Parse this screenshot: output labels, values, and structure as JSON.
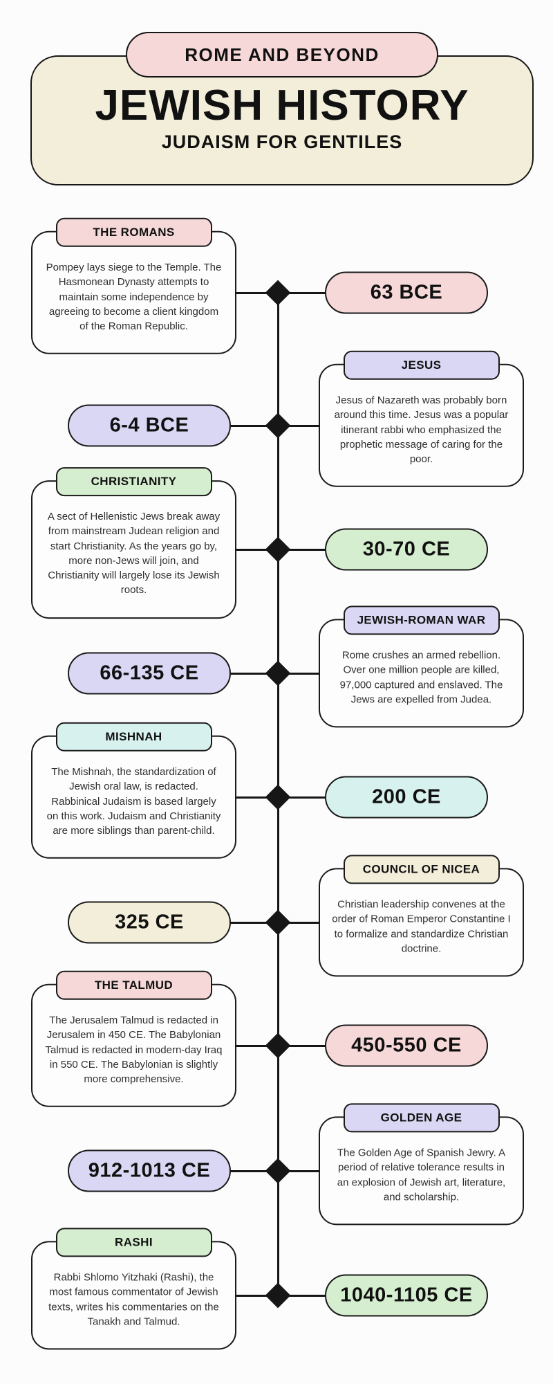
{
  "header": {
    "badge": "ROME AND BEYOND",
    "title": "JEWISH HISTORY",
    "subtitle": "JUDAISM FOR GENTILES"
  },
  "colors": {
    "pink": "#f6d8d8",
    "lavender": "#d9d7f3",
    "green": "#d6eed0",
    "cyan": "#d7f1ee",
    "cream": "#f3eeda",
    "timeline_black": "#161616",
    "header_bg": "#f3eeda"
  },
  "timeline": {
    "entries": [
      {
        "title": "THE ROMANS",
        "date": "63 BCE",
        "side": "left",
        "color": "pink",
        "description": "Pompey lays siege to the Temple. The Hasmonean Dynasty attempts to maintain some independence by agreeing to become a client kingdom of the Roman Republic."
      },
      {
        "title": "JESUS",
        "date": "6-4 BCE",
        "side": "right",
        "color": "lavender",
        "description": "Jesus of Nazareth was probably born around this time. Jesus was a popular itinerant rabbi who emphasized the prophetic message of caring for the poor."
      },
      {
        "title": "CHRISTIANITY",
        "date": "30-70 CE",
        "side": "left",
        "color": "green",
        "description": "A sect of Hellenistic Jews break away from mainstream Judean religion and start Christianity. As the years go by, more non-Jews will join, and Christianity will largely lose its Jewish roots."
      },
      {
        "title": "JEWISH-ROMAN WAR",
        "date": "66-135 CE",
        "side": "right",
        "color": "lavender",
        "description": "Rome crushes an armed rebellion. Over one million people are killed, 97,000 captured and enslaved. The Jews are expelled from Judea."
      },
      {
        "title": "MISHNAH",
        "date": "200 CE",
        "side": "left",
        "color": "cyan",
        "description": "The Mishnah, the standardization of Jewish oral law, is redacted. Rabbinical Judaism is based largely on this work. Judaism and Christianity are more siblings than parent-child."
      },
      {
        "title": "COUNCIL OF NICEA",
        "date": "325 CE",
        "side": "right",
        "color": "cream",
        "description": "Christian leadership convenes at the order of Roman Emperor Constantine I to formalize and standardize Christian doctrine."
      },
      {
        "title": "THE TALMUD",
        "date": "450-550 CE",
        "side": "left",
        "color": "pink",
        "description": "The Jerusalem Talmud is redacted in Jerusalem in 450 CE. The Babylonian Talmud is redacted in modern-day Iraq in 550 CE. The Babylonian is slightly more comprehensive."
      },
      {
        "title": "GOLDEN AGE",
        "date": "912-1013 CE",
        "side": "right",
        "color": "lavender",
        "description": "The Golden Age of Spanish Jewry. A period of relative tolerance results in an explosion of Jewish art, literature, and scholarship."
      },
      {
        "title": "RASHI",
        "date": "1040-1105 CE",
        "side": "left",
        "color": "green",
        "description": "Rabbi Shlomo Yitzhaki (Rashi), the most famous commentator of Jewish texts, writes his commentaries on the Tanakh and Talmud."
      }
    ]
  }
}
